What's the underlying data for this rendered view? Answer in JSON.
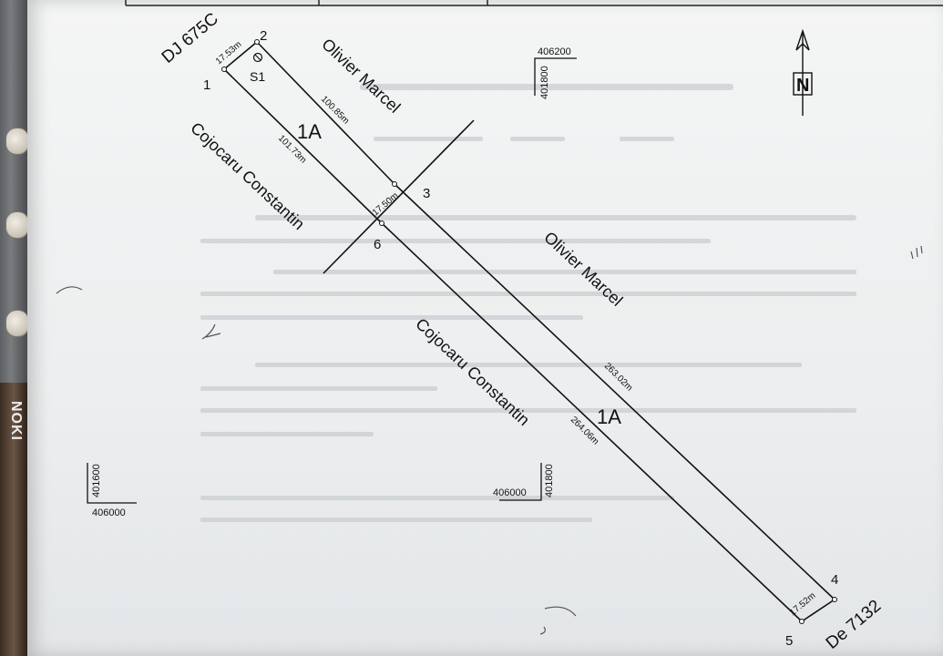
{
  "binder": {
    "brand_text": "NOKI"
  },
  "plan": {
    "roads": {
      "north_west": "DJ 675C",
      "south_east": "De 7132"
    },
    "parcel_label": "1A",
    "neighbors": {
      "north_upper": "Olivier Marcel",
      "south_upper": "Cojocaru Constantin",
      "north_lower": "Olivier Marcel",
      "south_lower": "Cojocaru Constantin"
    },
    "points": {
      "p1": "1",
      "p2": "2",
      "p3": "3",
      "p4": "4",
      "p5": "5",
      "p6": "6",
      "station": "S1"
    },
    "measurements": {
      "width_top": "17.53m",
      "width_mid": "17.50m",
      "width_bottom": "17.52m",
      "upper_north_side": "100.85m",
      "upper_south_side": "101.73m",
      "lower_north_side": "263.02m",
      "lower_south_side": "264.06m"
    },
    "grid_marks": {
      "m1": {
        "e": "406200",
        "n": "401800"
      },
      "m2": {
        "e": "406000",
        "n": "401800"
      },
      "m3": {
        "e": "406000",
        "n": "401600"
      }
    },
    "north_letter": "N"
  }
}
